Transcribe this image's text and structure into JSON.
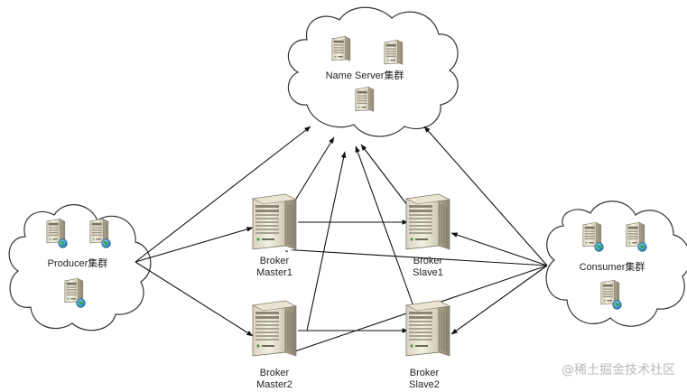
{
  "nodes": {
    "nameserver": {
      "label": "Name Server集群",
      "icon": "server-icon"
    },
    "producer": {
      "label": "Producer集群",
      "icon": "server-icon"
    },
    "consumer": {
      "label": "Consumer集群",
      "icon": "server-icon"
    },
    "broker_master1": {
      "line1": "Broker",
      "line2": "Master1",
      "icon": "broker-server-icon"
    },
    "broker_slave1": {
      "line1": "Broker",
      "line2": "Slave1",
      "icon": "broker-server-icon"
    },
    "broker_master2": {
      "line1": "Broker",
      "line2": "Master2",
      "icon": "broker-server-icon"
    },
    "broker_slave2": {
      "line1": "Broker",
      "line2": "Slave2",
      "icon": "broker-server-icon"
    }
  },
  "edges": [
    {
      "from": "producer",
      "to": "nameserver"
    },
    {
      "from": "producer",
      "to": "broker_master1"
    },
    {
      "from": "producer",
      "to": "broker_master2"
    },
    {
      "from": "consumer",
      "to": "nameserver"
    },
    {
      "from": "consumer",
      "to": "broker_master1"
    },
    {
      "from": "consumer",
      "to": "broker_slave1"
    },
    {
      "from": "consumer",
      "to": "broker_master2"
    },
    {
      "from": "consumer",
      "to": "broker_slave2"
    },
    {
      "from": "broker_master1",
      "to": "nameserver"
    },
    {
      "from": "broker_slave1",
      "to": "nameserver"
    },
    {
      "from": "broker_master2",
      "to": "nameserver"
    },
    {
      "from": "broker_slave2",
      "to": "nameserver"
    },
    {
      "from": "broker_master1",
      "to": "broker_slave1"
    },
    {
      "from": "broker_master2",
      "to": "broker_slave2"
    }
  ],
  "watermark": "@稀土掘金技术社区"
}
